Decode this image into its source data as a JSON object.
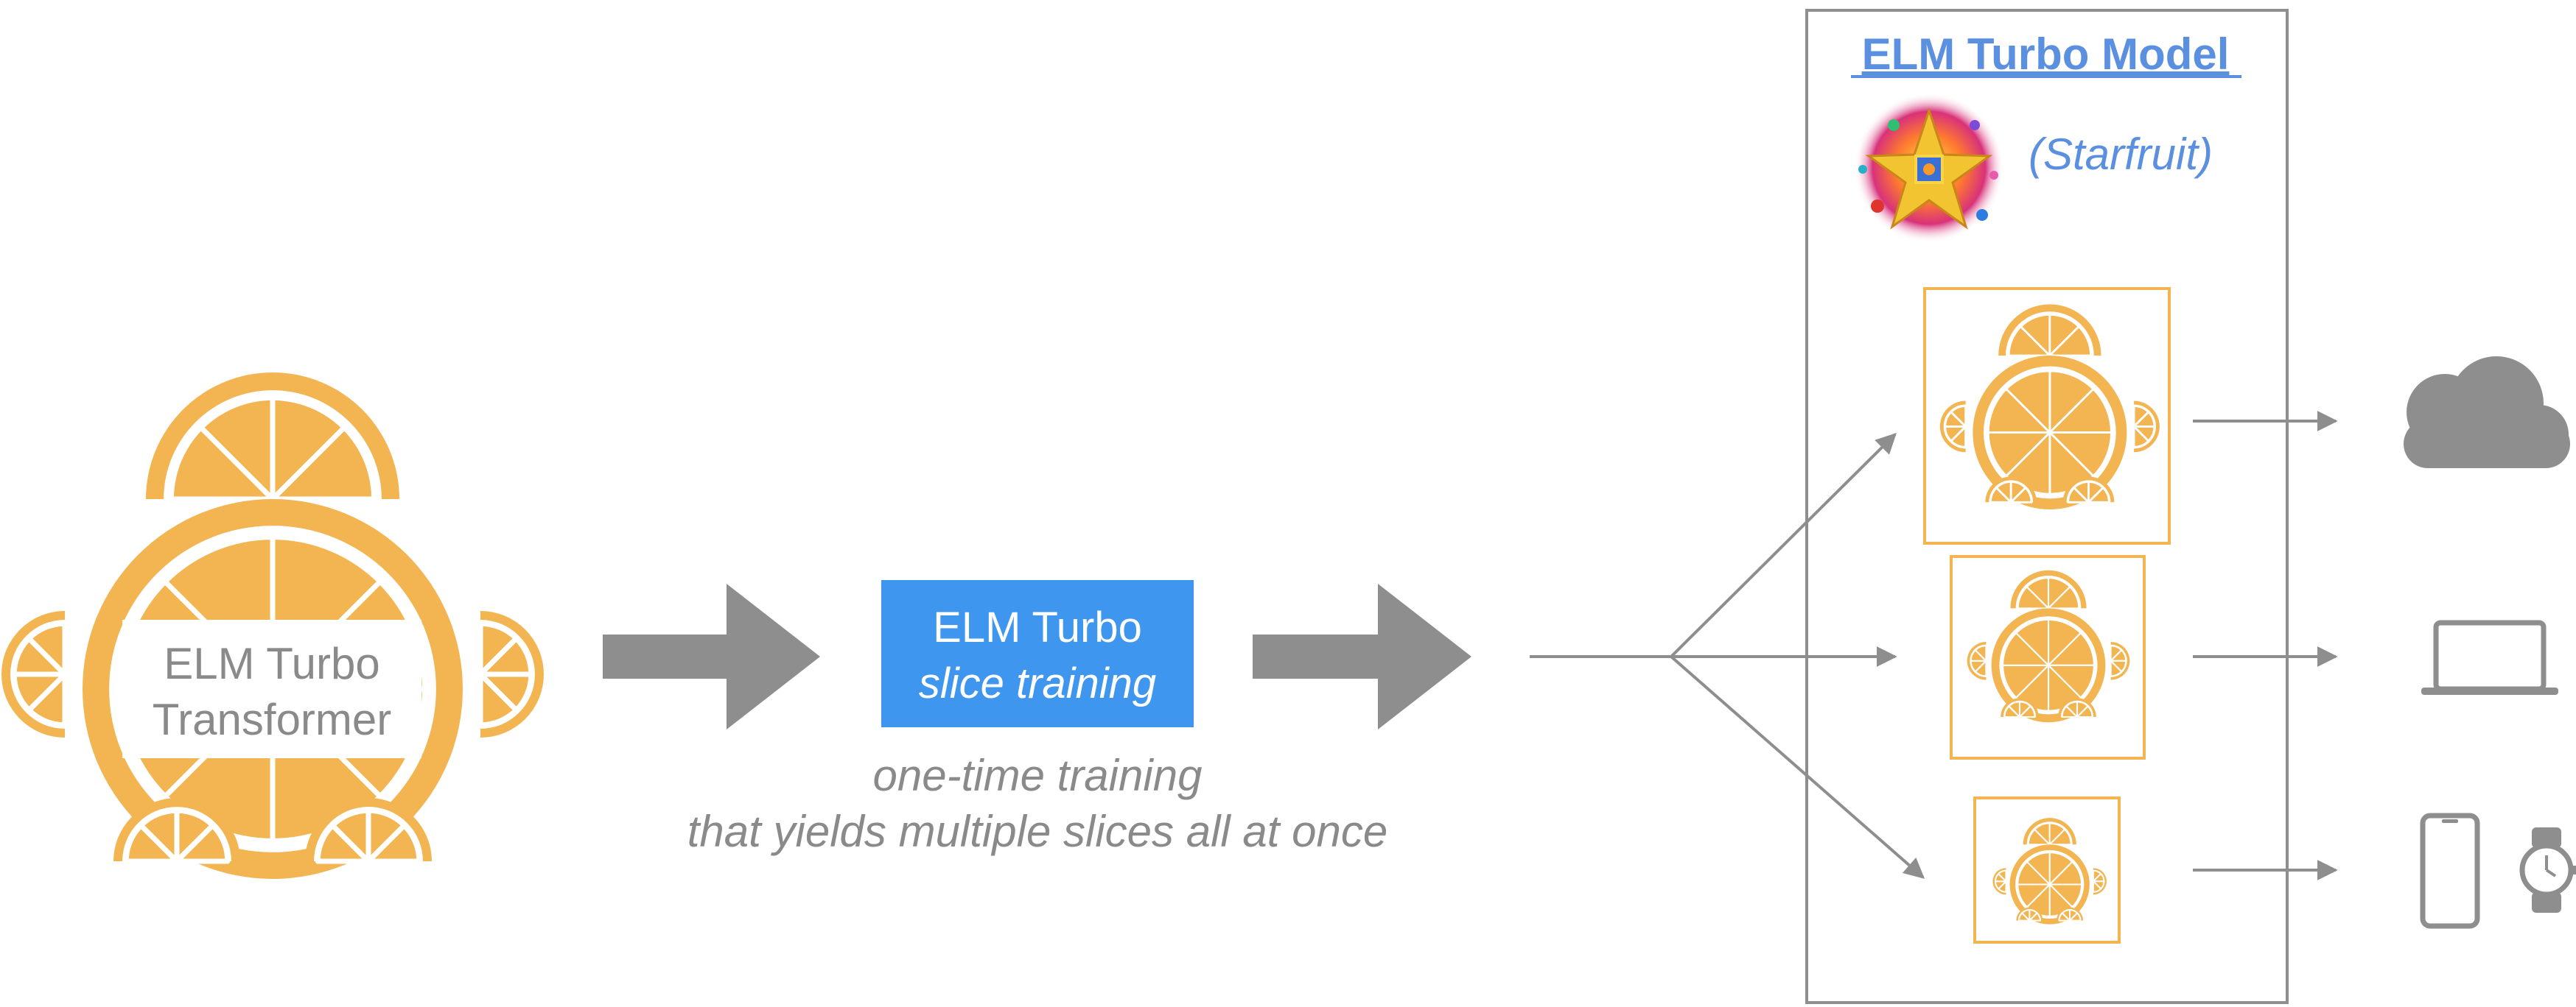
{
  "transformer": {
    "line1": "ELM Turbo",
    "line2": "Transformer"
  },
  "training_box": {
    "line1": "ELM Turbo",
    "line2": "slice training"
  },
  "caption": {
    "line1": "one-time training",
    "line2": "that yields multiple slices all at once"
  },
  "model_box": {
    "title": "ELM Turbo Model",
    "subtitle": "(Starfruit)"
  },
  "colors": {
    "orange": "#F2B551",
    "blue": "#3E96EE",
    "title_blue": "#5B8FE0",
    "gray": "#8E8E8E",
    "text_gray": "#8A8A8A"
  },
  "icons": [
    "cloud-icon",
    "laptop-icon",
    "phone-icon",
    "watch-icon",
    "starfruit-logo"
  ]
}
